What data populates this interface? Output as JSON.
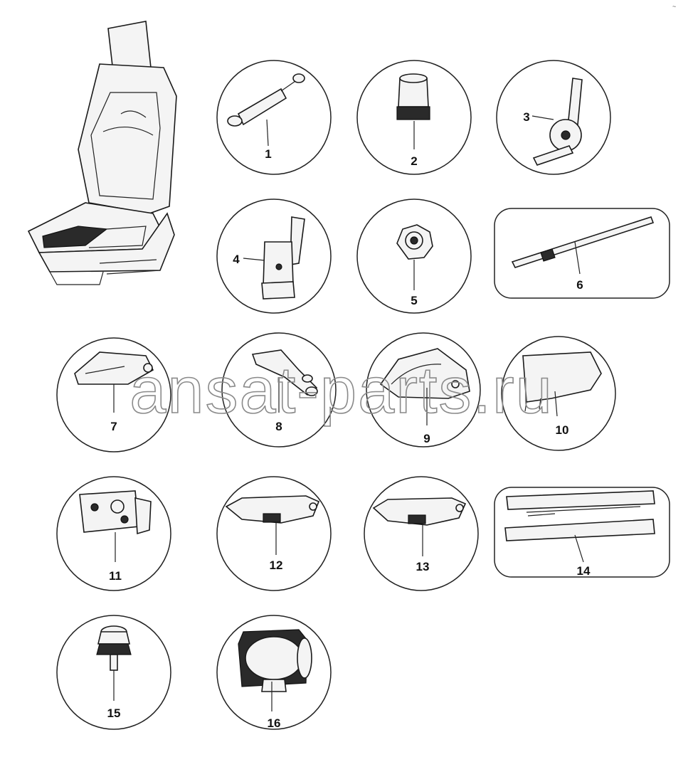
{
  "diagram": {
    "corner_mark": "~",
    "watermark": "ansat-parts.ru",
    "parts": [
      {
        "number": "1"
      },
      {
        "number": "2"
      },
      {
        "number": "3"
      },
      {
        "number": "4"
      },
      {
        "number": "5"
      },
      {
        "number": "6"
      },
      {
        "number": "7"
      },
      {
        "number": "8"
      },
      {
        "number": "9"
      },
      {
        "number": "10"
      },
      {
        "number": "11"
      },
      {
        "number": "12"
      },
      {
        "number": "13"
      },
      {
        "number": "14"
      },
      {
        "number": "15"
      },
      {
        "number": "16"
      }
    ]
  }
}
